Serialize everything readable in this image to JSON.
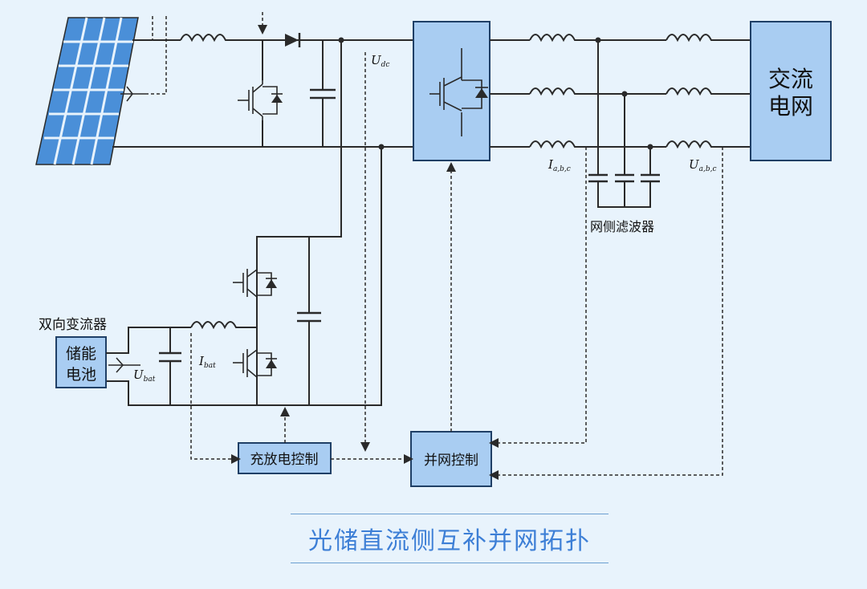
{
  "colors": {
    "background": "#e8f3fc",
    "box_fill": "#a9cdf2",
    "caption": "#3d7fd6"
  },
  "labels": {
    "grid": "交流\n电网",
    "battery": "储能\n电池",
    "bidirectional_converter": "双向变流器",
    "filter": "网侧滤波器",
    "charge_control": "充放电控制",
    "grid_control": "并网控制",
    "u_dc_main": "U",
    "u_dc_sub": "dc",
    "i_abc_main": "I",
    "i_abc_sub": "a,b,c",
    "u_abc_main": "U",
    "u_abc_sub": "a,b,c",
    "u_bat_main": "U",
    "u_bat_sub": "bat",
    "i_bat_main": "I",
    "i_bat_sub": "bat"
  },
  "caption": "光储直流侧互补并网拓扑"
}
